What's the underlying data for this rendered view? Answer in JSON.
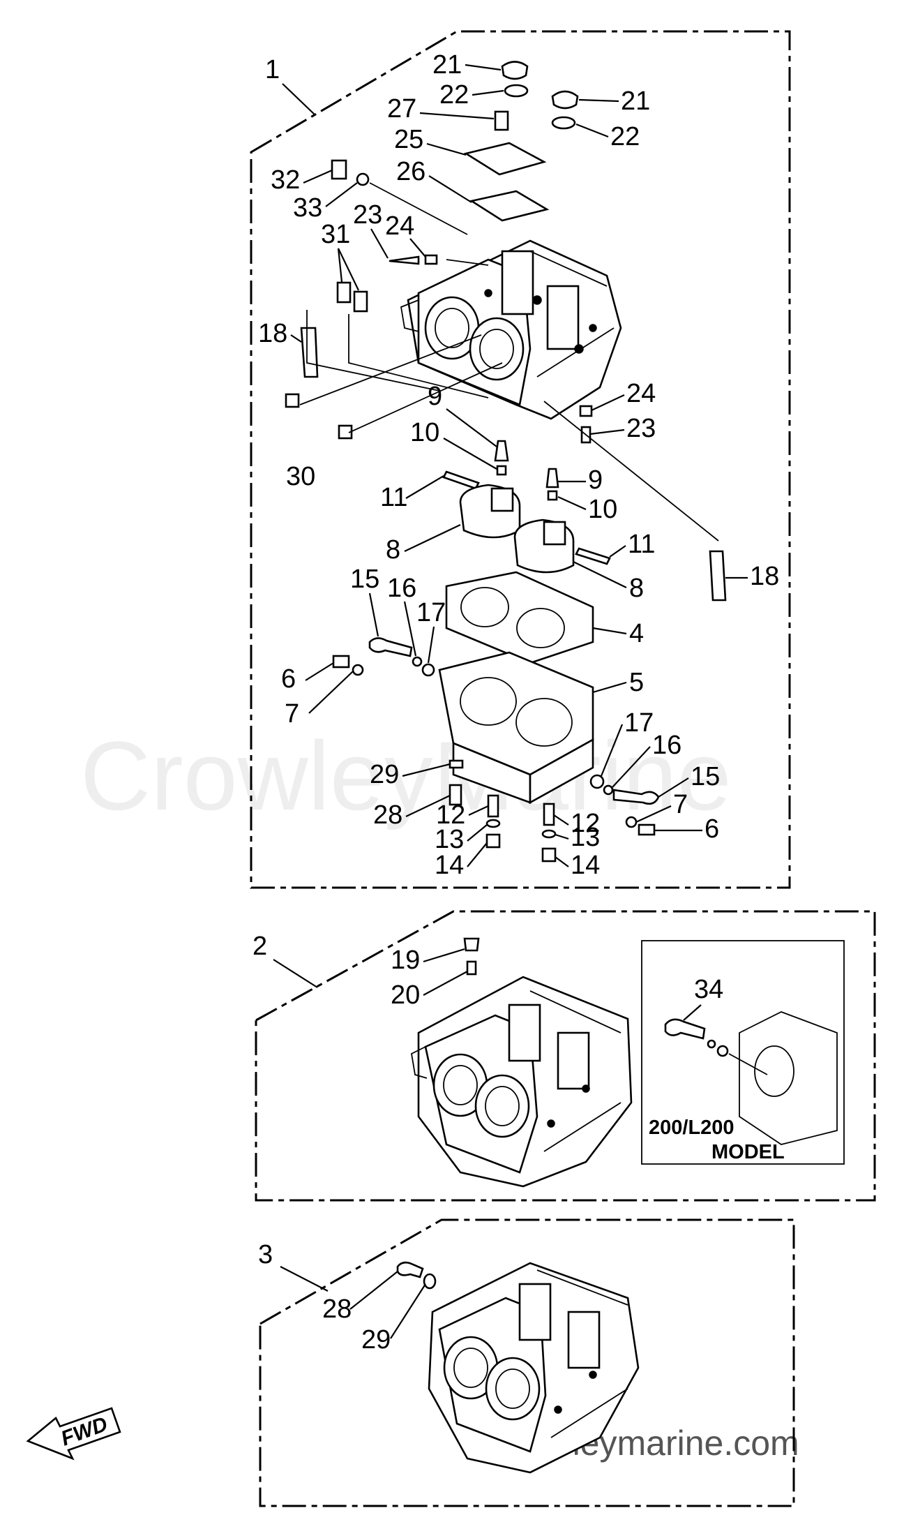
{
  "watermark": {
    "big": "CrowleyMarine",
    "url": "crowleymarine.com"
  },
  "assemblies": {
    "a1": "1",
    "a2": "2",
    "a3": "3"
  },
  "inset_model": {
    "line1": "200/L200",
    "line2": "MODEL"
  },
  "fwd_label": "FWD",
  "callouts": {
    "c21a": "21",
    "c22a": "22",
    "c27": "27",
    "c21b": "21",
    "c22b": "22",
    "c25": "25",
    "c26": "26",
    "c32": "32",
    "c33": "33",
    "c23a": "23",
    "c24a": "24",
    "c31": "31",
    "c18a": "18",
    "c24b": "24",
    "c23b": "23",
    "c9a": "9",
    "c10a": "10",
    "c30": "30",
    "c11a": "11",
    "c9b": "9",
    "c10b": "10",
    "c8a": "8",
    "c11b": "11",
    "c8b": "8",
    "c18b": "18",
    "c15a": "15",
    "c16a": "16",
    "c17a": "17",
    "c4": "4",
    "c6a": "6",
    "c5": "5",
    "c7a": "7",
    "c17b": "17",
    "c16b": "16",
    "c29a": "29",
    "c15b": "15",
    "c28a": "28",
    "c12a": "12",
    "c7b": "7",
    "c6b": "6",
    "c12b": "12",
    "c13a": "13",
    "c13b": "13",
    "c14a": "14",
    "c14b": "14",
    "c19": "19",
    "c20": "20",
    "c34": "34",
    "c28b": "28",
    "c29b": "29"
  }
}
